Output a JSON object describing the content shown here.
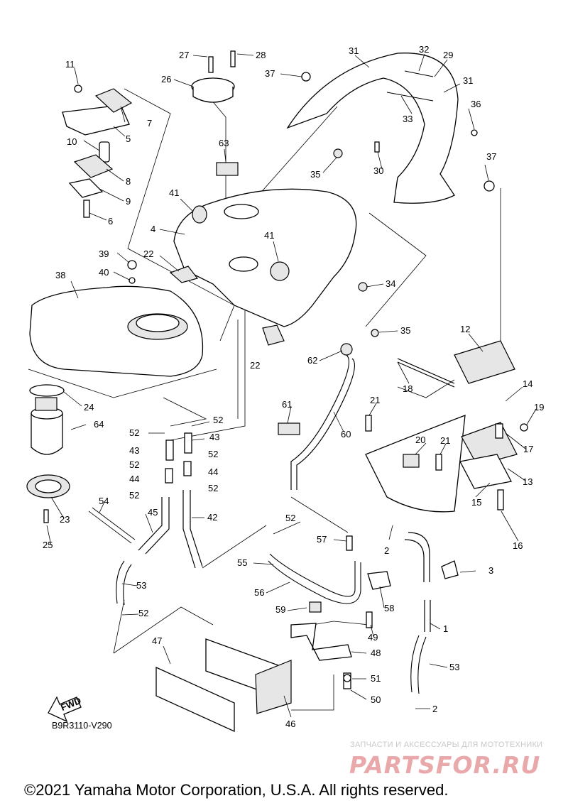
{
  "diagram": {
    "callouts": [
      "1",
      "2",
      "3",
      "4",
      "5",
      "6",
      "7",
      "8",
      "9",
      "10",
      "11",
      "12",
      "13",
      "14",
      "15",
      "16",
      "17",
      "18",
      "19",
      "20",
      "21",
      "22",
      "23",
      "24",
      "25",
      "26",
      "27",
      "28",
      "29",
      "30",
      "31",
      "32",
      "33",
      "34",
      "35",
      "36",
      "37",
      "38",
      "39",
      "40",
      "41",
      "42",
      "43",
      "44",
      "45",
      "46",
      "47",
      "48",
      "49",
      "50",
      "51",
      "52",
      "53",
      "54",
      "55",
      "56",
      "57",
      "58",
      "59",
      "60",
      "61",
      "62",
      "63",
      "64"
    ],
    "fwd_label": "FWD",
    "diagram_code": "B9R3110-V290"
  },
  "watermark": {
    "tagline": "ЗАПЧАСТИ И АКСЕССУАРЫ ДЛЯ МОТОТЕХНИКИ",
    "logo": "PARTSFOR.RU"
  },
  "footer": {
    "copyright": "©2021 Yamaha Motor Corporation, U.S.A. All rights reserved."
  }
}
